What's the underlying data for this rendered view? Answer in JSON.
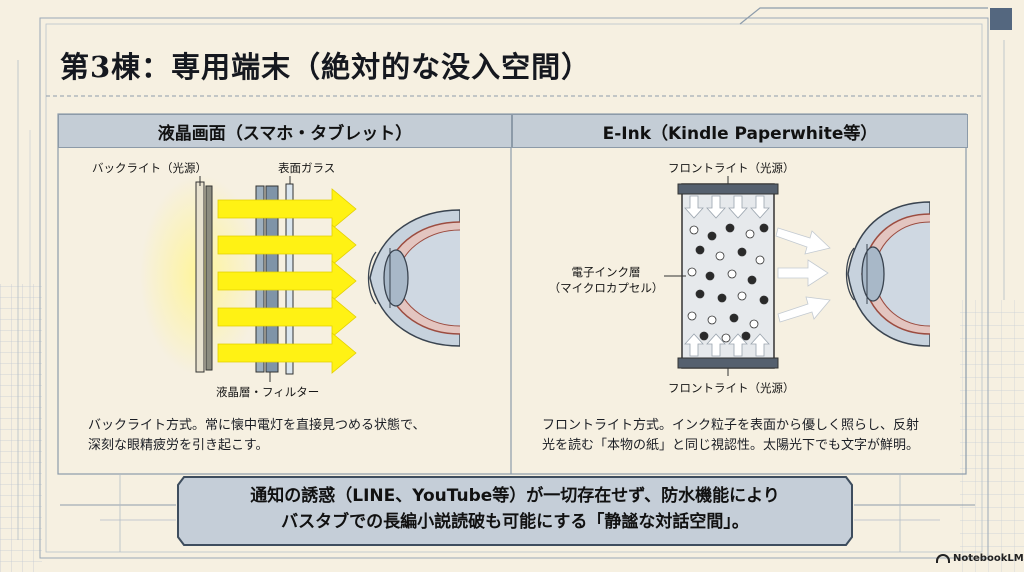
{
  "title": "第3棟：専用端末（絶対的な没入空間）",
  "left": {
    "header": "液晶画面（スマホ・タブレット）",
    "label_backlight": "バックライト（光源）",
    "label_glass": "表面ガラス",
    "label_layer": "液晶層・フィルター",
    "desc_line1": "バックライト方式。常に懐中電灯を直接見つめる状態で、",
    "desc_line2": "深刻な眼精疲労を引き起こす。"
  },
  "right": {
    "header": "E-Ink（Kindle Paperwhite等）",
    "label_front_top": "フロントライト（光源）",
    "label_front_bottom": "フロントライト（光源）",
    "label_ink_1": "電子インク層",
    "label_ink_2": "（マイクロカプセル）",
    "desc_line1": "フロントライト方式。インク粒子を表面から優しく照らし、反射",
    "desc_line2": "光を読む「本物の紙」と同じ視認性。太陽光下でも文字が鮮明。"
  },
  "banner": {
    "line1": "通知の誘惑（LINE、YouTube等）が一切存在せず、防水機能により",
    "line2": "バスタブでの長編小説読破も可能にする「静謐な対話空間」。"
  },
  "logo": "NotebookLM",
  "colors": {
    "background": "#f6f0e1",
    "header_fill": "#c4cdd6",
    "banner_fill": "#c5ced8",
    "arrow_yellow": "#fff214",
    "frame_line": "#8b9bab",
    "accent_square": "#54677f"
  }
}
